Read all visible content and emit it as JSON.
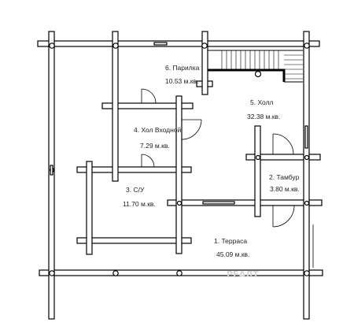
{
  "plan": {
    "rooms": [
      {
        "name": "6. Парилка",
        "area": "10.53 м.кв."
      },
      {
        "name": "5. Холл",
        "area": "32.38 м.кв."
      },
      {
        "name": "4. Хол Входной",
        "area": "7.29 м.кв."
      },
      {
        "name": "3. С/У",
        "area": "11.70 м.кв."
      },
      {
        "name": "2. Тамбур",
        "area": "3.80 м.кв."
      },
      {
        "name": "1. Терраса",
        "area": "45.09 м.кв."
      }
    ],
    "watermark": "РЕАЛТ"
  },
  "colors": {
    "line": "#000000",
    "background": "#ffffff"
  }
}
